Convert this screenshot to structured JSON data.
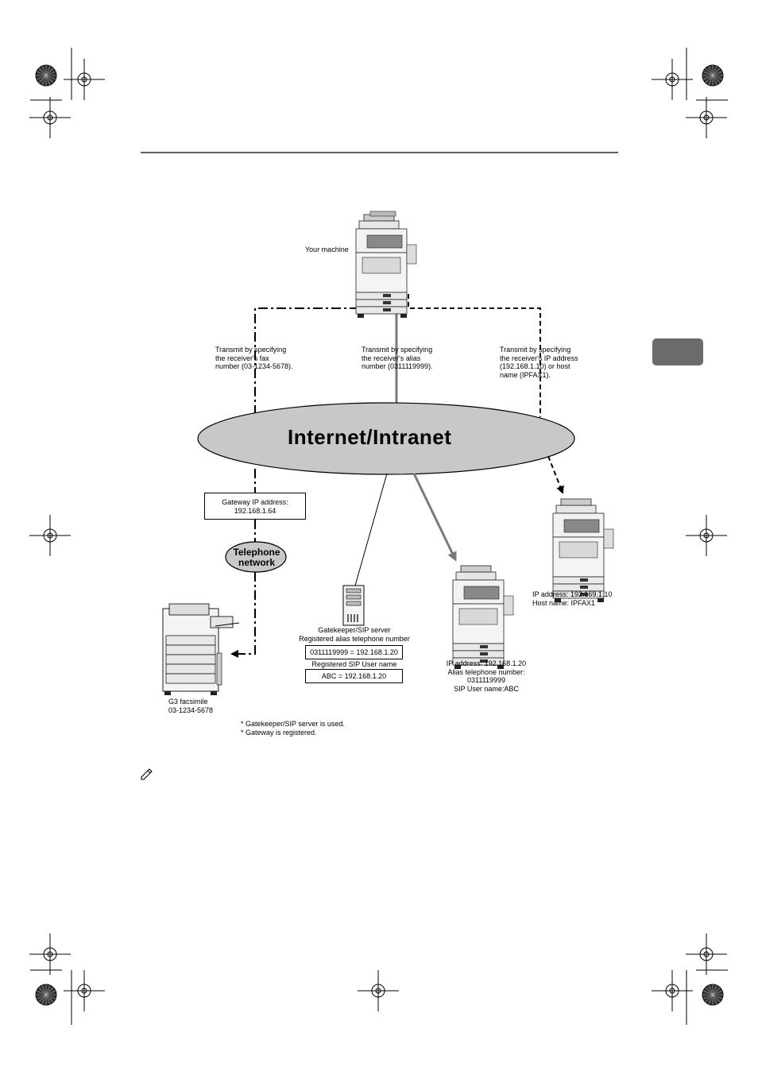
{
  "network": {
    "label": "Internet/Intranet"
  },
  "telephone": {
    "line1": "Telephone",
    "line2": "network"
  },
  "your_machine": {
    "label": "Your machine"
  },
  "transmit": {
    "fax": [
      "Transmit by specifying",
      "the receiver's fax",
      "number (03-1234-5678)."
    ],
    "alias": [
      "Transmit by specifying",
      "the receiver's alias",
      "number (0311119999)."
    ],
    "ip": [
      "Transmit by specifying",
      "the receiver's IP address",
      "(192.168.1.10) or host",
      "name (IPFAX1)."
    ]
  },
  "gateway": {
    "line1": "Gateway IP address:",
    "line2": "192.168.1.64"
  },
  "server": {
    "line1": "Gatekeeper/SIP server",
    "line2": "Registered alias telephone number",
    "alias_entry": "0311119999 = 192.168.1.20",
    "sip_label": "Registered SIP User name",
    "sip_entry": "ABC = 192.168.1.20"
  },
  "g3": {
    "line1": "G3 facsimile",
    "line2": "03-1234-5678"
  },
  "machine_20": [
    "IP address: 192.168.1.20",
    "Alias telephone number:",
    "0311119999",
    "SIP User name:ABC"
  ],
  "machine_10": [
    "IP address: 192.169.1.10",
    "Host name: IPFAX1"
  ],
  "notes": [
    "* Gatekeeper/SIP server is used.",
    "* Gateway is registered."
  ],
  "colors": {
    "ellipse_fill": "#c8c8c8",
    "solid_line": "#7a7a7a",
    "tab": "#6b6b6b"
  },
  "icons": [
    "registration-mark-icon",
    "note-pencil-icon",
    "multifunction-printer-icon",
    "server-tower-icon",
    "g3-facsimile-icon"
  ]
}
